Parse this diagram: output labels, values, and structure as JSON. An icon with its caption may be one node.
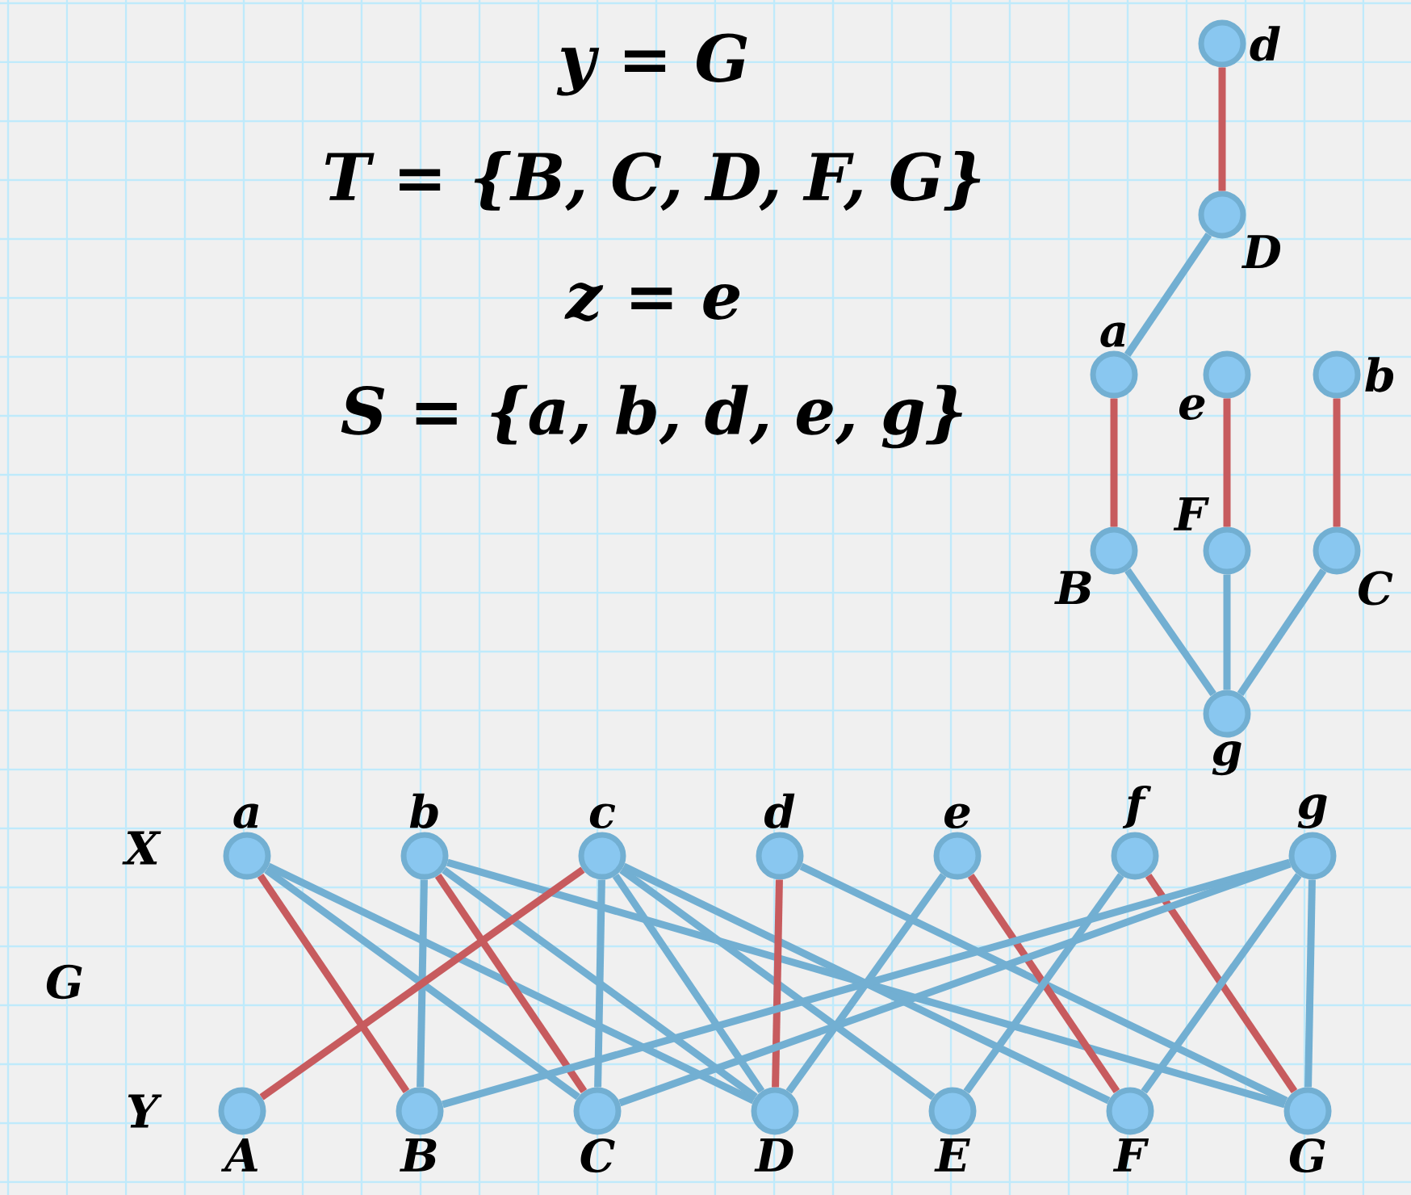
{
  "diagram": {
    "nodes": [
      {
        "text": [
          "d"
        ]
      },
      {
        "text": [
          "D"
        ]
      },
      {
        "text": [
          "a"
        ]
      },
      {
        "text": [
          "e"
        ]
      },
      {
        "text": [
          "b"
        ]
      },
      {
        "text": [
          "F"
        ]
      },
      {
        "text": [
          "B"
        ]
      },
      {
        "text": [
          "C"
        ]
      },
      {
        "text": [
          "g"
        ]
      },
      {
        "text": [
          "a"
        ]
      },
      {
        "text": [
          "b"
        ]
      },
      {
        "text": [
          "c"
        ]
      },
      {
        "text": [
          "d"
        ]
      },
      {
        "text": [
          "e"
        ]
      },
      {
        "text": [
          "f"
        ]
      },
      {
        "text": [
          "g"
        ]
      },
      {
        "text": [
          "A"
        ]
      },
      {
        "text": [
          "B"
        ]
      },
      {
        "text": [
          "C"
        ]
      },
      {
        "text": [
          "D"
        ]
      },
      {
        "text": [
          "E"
        ]
      },
      {
        "text": [
          "F"
        ]
      },
      {
        "text": [
          "G"
        ]
      }
    ],
    "edges": [
      {
        "from": 0,
        "to": 1,
        "arrow": "none",
        "color": "#c75b5e"
      },
      {
        "from": 1,
        "to": 2,
        "arrow": "none"
      },
      {
        "from": 2,
        "to": 6,
        "arrow": "none",
        "color": "#c75b5e"
      },
      {
        "from": 3,
        "to": 5,
        "arrow": "none",
        "color": "#c75b5e"
      },
      {
        "from": 4,
        "to": 7,
        "arrow": "none",
        "color": "#c75b5e"
      },
      {
        "from": 6,
        "to": 8,
        "arrow": "none"
      },
      {
        "from": 5,
        "to": 8,
        "arrow": "none"
      },
      {
        "from": 7,
        "to": 8,
        "arrow": "none"
      },
      {
        "from": 9,
        "to": 17,
        "arrow": "none",
        "color": "#c75b5e"
      },
      {
        "from": 9,
        "to": 18,
        "arrow": "none"
      },
      {
        "from": 9,
        "to": 19,
        "arrow": "none"
      },
      {
        "from": 10,
        "to": 17,
        "arrow": "none"
      },
      {
        "from": 10,
        "to": 18,
        "arrow": "none",
        "color": "#c75b5e"
      },
      {
        "from": 10,
        "to": 19,
        "arrow": "none"
      },
      {
        "from": 10,
        "to": 22,
        "arrow": "none"
      },
      {
        "from": 11,
        "to": 16,
        "arrow": "none",
        "color": "#c75b5e"
      },
      {
        "from": 11,
        "to": 18,
        "arrow": "none"
      },
      {
        "from": 11,
        "to": 19,
        "arrow": "none"
      },
      {
        "from": 11,
        "to": 20,
        "arrow": "none"
      },
      {
        "from": 11,
        "to": 21,
        "arrow": "none"
      },
      {
        "from": 12,
        "to": 19,
        "arrow": "none",
        "color": "#c75b5e"
      },
      {
        "from": 12,
        "to": 22,
        "arrow": "none"
      },
      {
        "from": 13,
        "to": 19,
        "arrow": "none"
      },
      {
        "from": 13,
        "to": 21,
        "arrow": "none",
        "color": "#c75b5e"
      },
      {
        "from": 14,
        "to": 20,
        "arrow": "none"
      },
      {
        "from": 14,
        "to": 22,
        "arrow": "none",
        "color": "#c75b5e"
      },
      {
        "from": 15,
        "to": 17,
        "arrow": "none"
      },
      {
        "from": 15,
        "to": 18,
        "arrow": "none"
      },
      {
        "from": 15,
        "to": 21,
        "arrow": "none"
      },
      {
        "from": 15,
        "to": 22,
        "arrow": "none"
      }
    ],
    "labels": [
      "y = G",
      "T = {B, C, D, F, G}",
      "z = e",
      "S = {a, b, d, e, g}",
      "X",
      "G",
      "Y"
    ]
  }
}
